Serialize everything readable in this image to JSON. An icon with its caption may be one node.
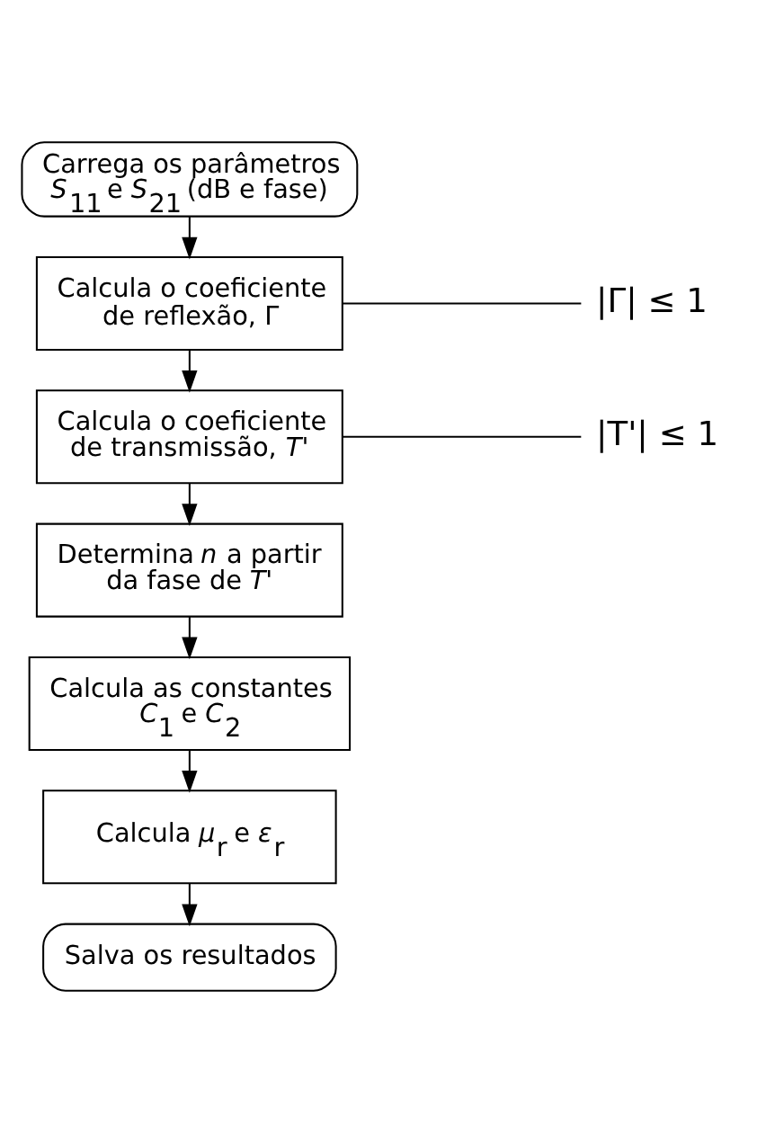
{
  "diagram": {
    "nodes": [
      {
        "text": [
          "Carrega os parâmetros *S*$_{11}$ e *S*$_{21}$ (dB e fase)"
        ]
      },
      {
        "text": [
          "Calcula o coeficiente de reflexão, Γ"
        ]
      },
      {
        "text": [
          "Calcula o coeficiente de transmissão, *T'*"
        ]
      },
      {
        "text": [
          "Determina *n* a partir da fase de *T'*"
        ]
      },
      {
        "text": [
          "Calcula as constantes *C*$_{1}$ e *C*$_{2}$"
        ]
      },
      {
        "text": [
          "Calcula *μ*$_{r}$ e *ε*$_{r}$"
        ]
      },
      {
        "text": [
          "Salva os resultados"
        ]
      },
      {
        "text": [
          "|Γ| ≤ 1"
        ]
      },
      {
        "text": [
          "|T'| ≤ 1"
        ]
      }
    ],
    "edges": [
      {
        "from": 0,
        "to": 1,
        "arrow": "to"
      },
      {
        "from": 1,
        "to": 2,
        "arrow": "to"
      },
      {
        "from": 2,
        "to": 3,
        "arrow": "to"
      },
      {
        "from": 3,
        "to": 4,
        "arrow": "to"
      },
      {
        "from": 4,
        "to": 5,
        "arrow": "to"
      },
      {
        "from": 5,
        "to": 6,
        "arrow": "to"
      },
      {
        "from": 1,
        "to": 7,
        "arrow": "none"
      },
      {
        "from": 2,
        "to": 8,
        "arrow": "none"
      }
    ]
  }
}
